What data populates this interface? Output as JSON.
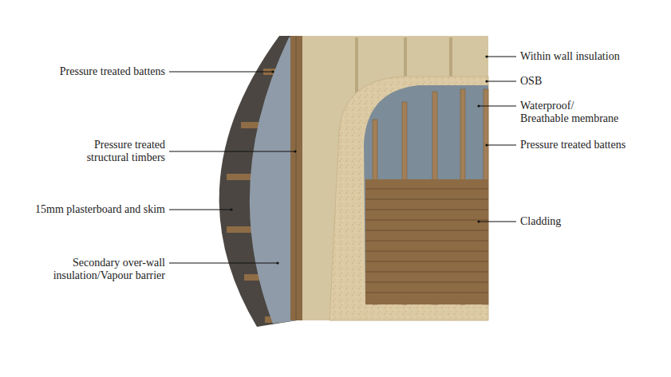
{
  "diagram": {
    "labels": [
      "Pressure treated battens",
      "Pressure treated structural timbers",
      "15mm plasterboard and skim",
      "Secondary over-wall insulation/Vapour barrier",
      "Within wall insulation",
      "OSB",
      "Waterproof/ Breathable membrane",
      "Pressure treated battens",
      "Cladding"
    ]
  }
}
